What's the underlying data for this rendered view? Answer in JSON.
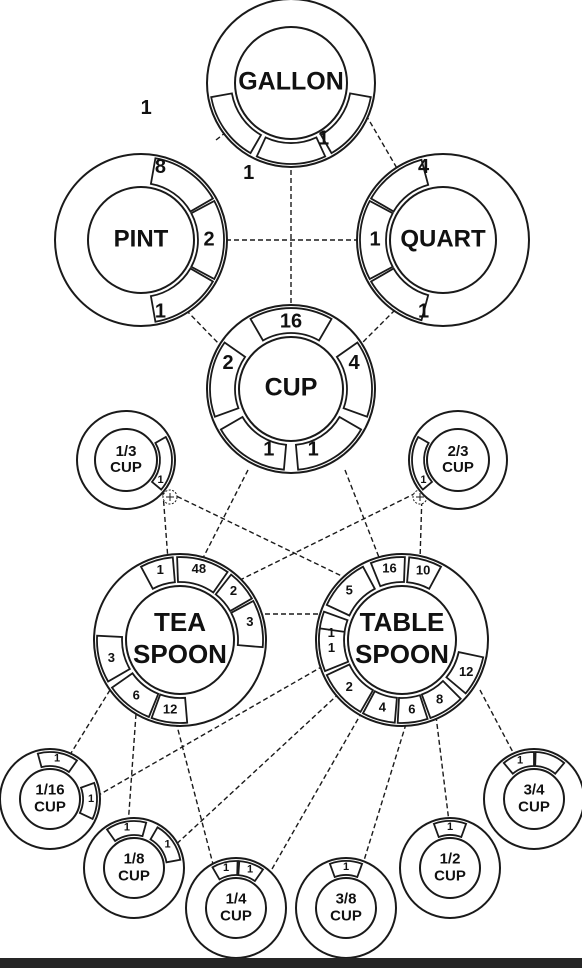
{
  "diagram": {
    "units": {
      "gallon": {
        "label": [
          "GALLON"
        ],
        "numbers": [
          "1",
          "1",
          "1"
        ]
      },
      "pint": {
        "label": [
          "PINT"
        ],
        "numbers": [
          "8",
          "2",
          "1"
        ]
      },
      "quart": {
        "label": [
          "QUART"
        ],
        "numbers": [
          "4",
          "1",
          "1"
        ]
      },
      "cup": {
        "label": [
          "CUP"
        ],
        "numbers": [
          "16",
          "2",
          "4",
          "1",
          "1"
        ]
      },
      "third_cup": {
        "label": [
          "1/3",
          "CUP"
        ],
        "numbers": [
          "1"
        ]
      },
      "two_thirds_cup": {
        "label": [
          "2/3",
          "CUP"
        ],
        "numbers": [
          "1"
        ]
      },
      "teaspoon": {
        "label": [
          "TEA",
          "SPOON"
        ],
        "numbers": [
          "1",
          "48",
          "2",
          "3",
          "3",
          "6",
          "12"
        ]
      },
      "tablespoon": {
        "label": [
          "TABLE",
          "SPOON"
        ],
        "numbers": [
          "16",
          "10",
          "5",
          "1",
          "1",
          "2",
          "4",
          "6",
          "8",
          "12"
        ]
      },
      "sixteenth_cup": {
        "label": [
          "1/16",
          "CUP"
        ],
        "numbers": [
          "1",
          "1"
        ]
      },
      "eighth_cup": {
        "label": [
          "1/8",
          "CUP"
        ],
        "numbers": [
          "1",
          "1"
        ]
      },
      "quarter_cup": {
        "label": [
          "1/4",
          "CUP"
        ],
        "numbers": [
          "1",
          "1"
        ]
      },
      "three_eighths_cup": {
        "label": [
          "3/8",
          "CUP"
        ],
        "numbers": [
          "1"
        ]
      },
      "half_cup": {
        "label": [
          "1/2",
          "CUP"
        ],
        "numbers": [
          "1"
        ]
      },
      "three_quarters_cup": {
        "label": [
          "3/4",
          "CUP"
        ],
        "numbers": [
          "1"
        ]
      }
    },
    "colors": {
      "ink": "#1a1a1a",
      "background": "#ffffff",
      "bottom_bar": "#262626"
    }
  }
}
